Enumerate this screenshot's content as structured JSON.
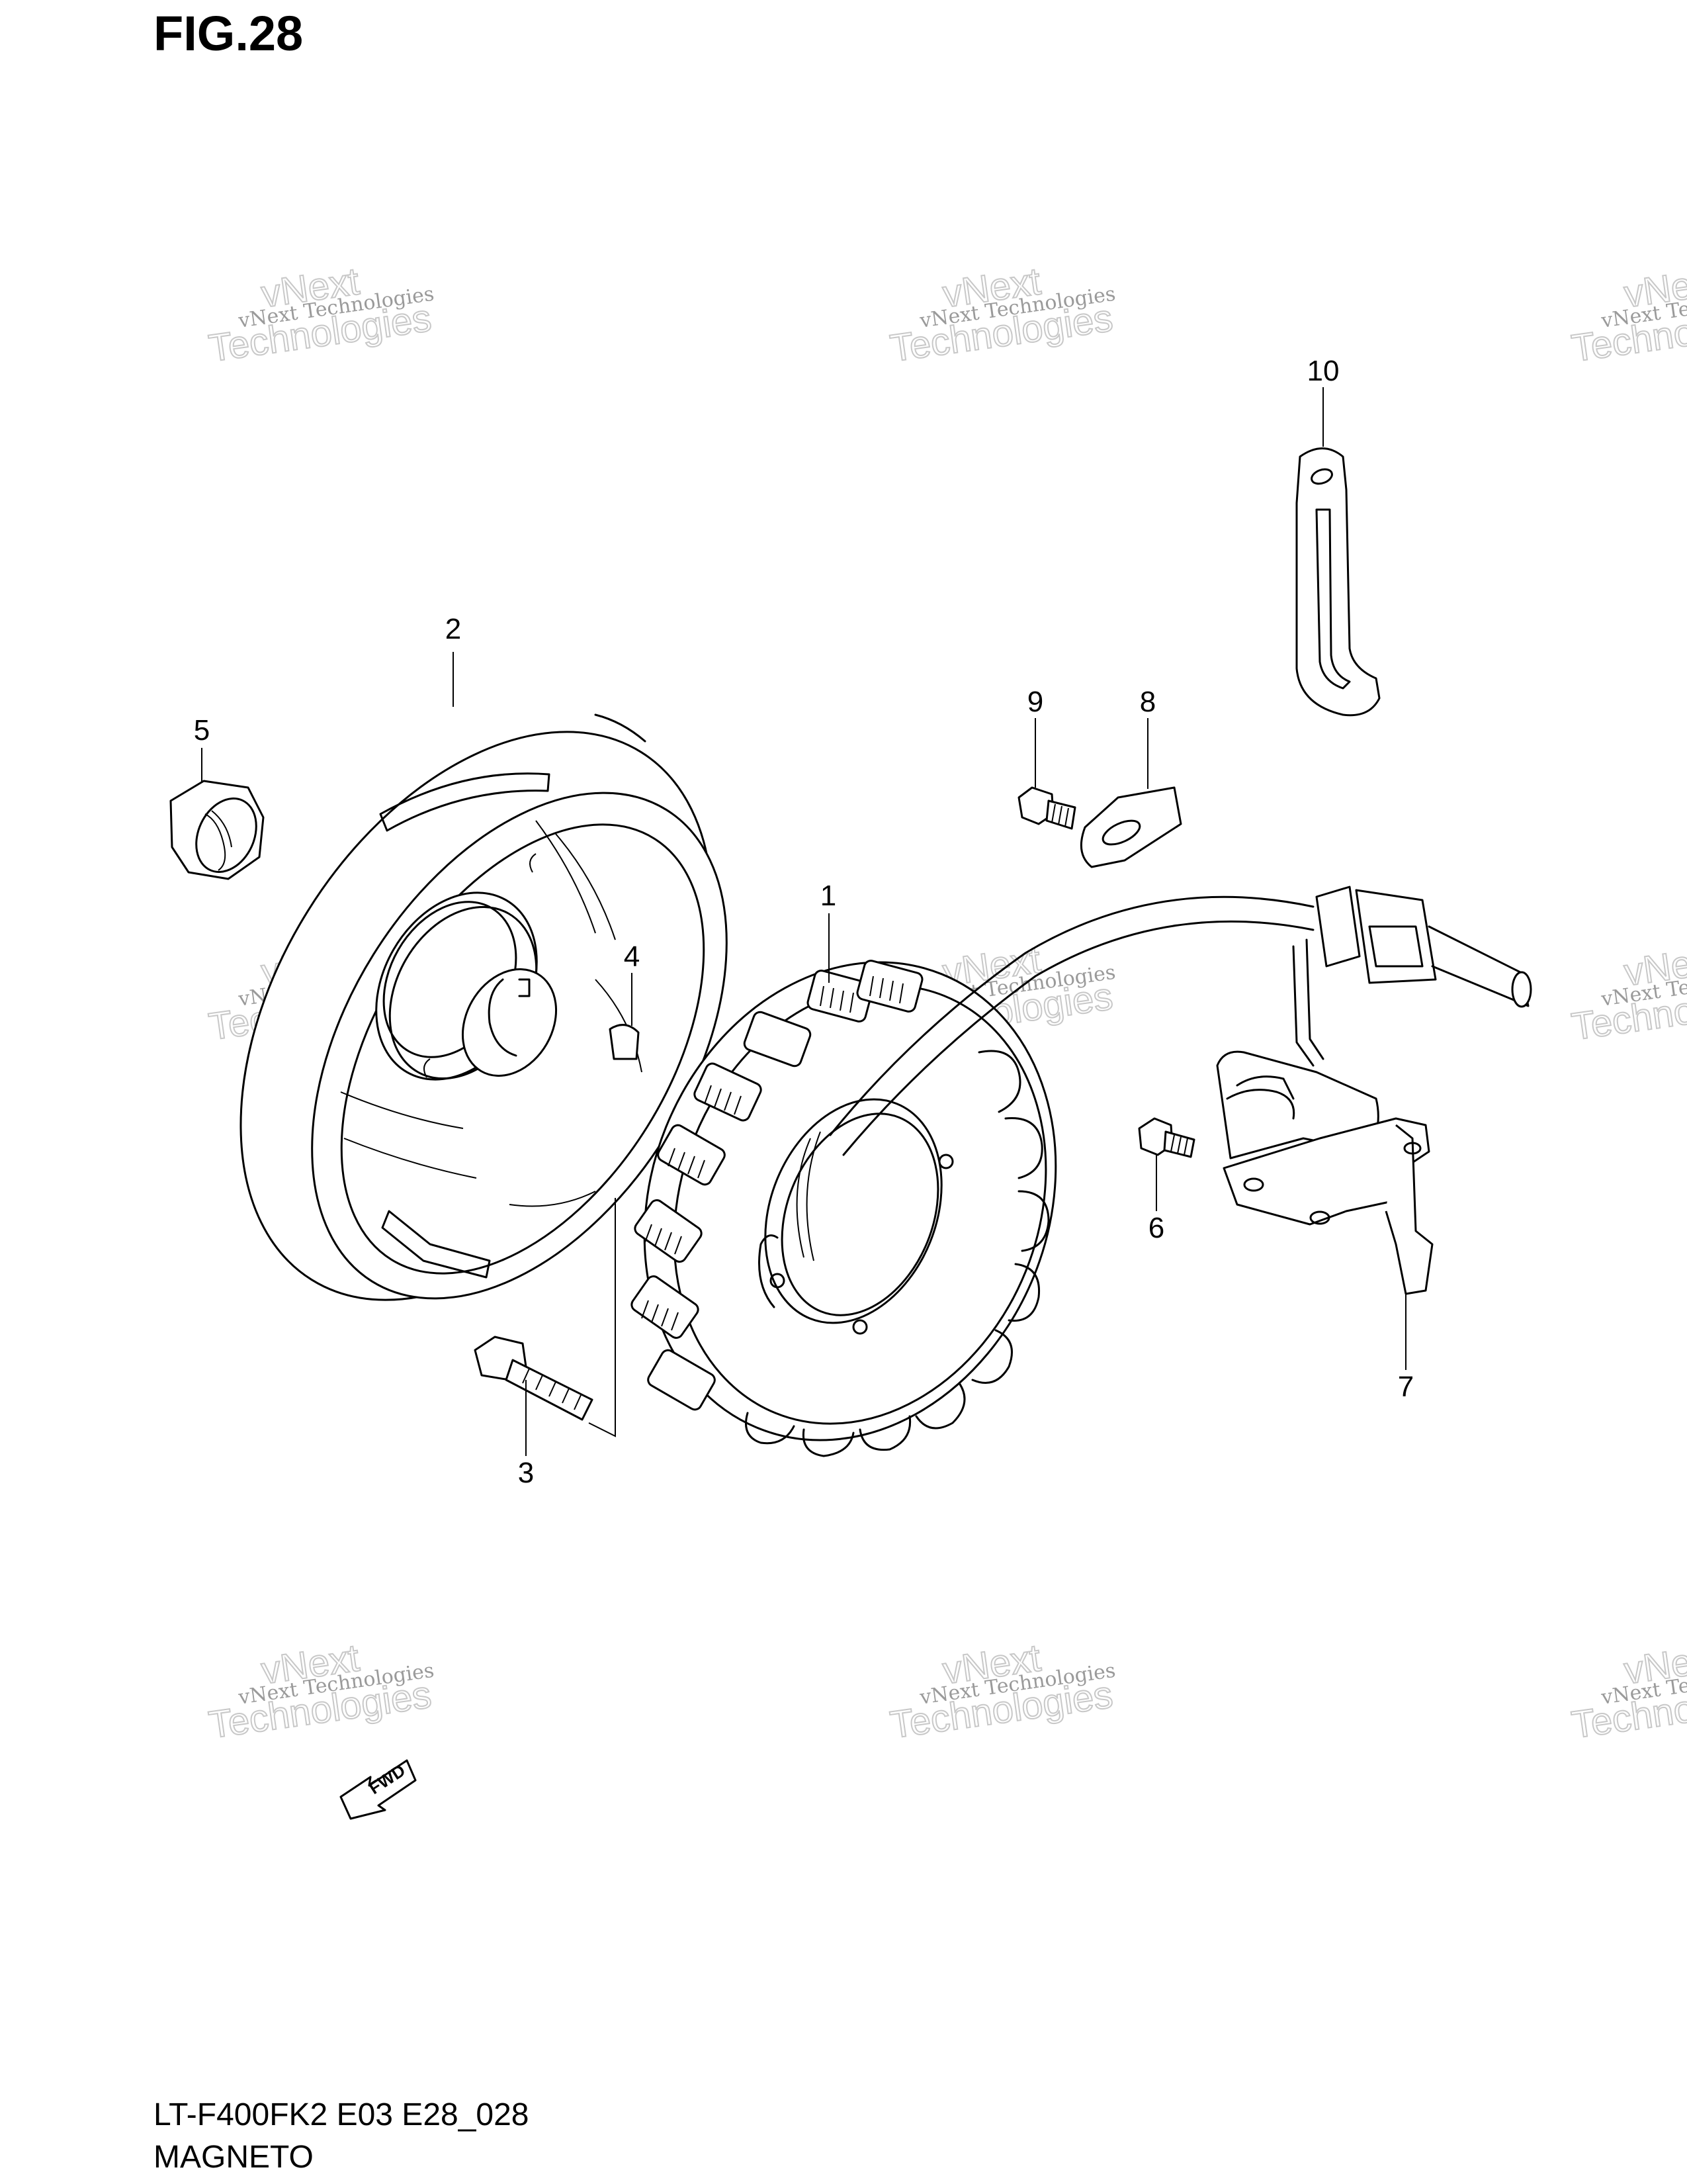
{
  "figure": {
    "title": "FIG.28",
    "model_code": "LT-F400FK2 E03 E28_028",
    "section_name": "MAGNETO"
  },
  "callouts": [
    "1",
    "2",
    "3",
    "4",
    "5",
    "6",
    "7",
    "8",
    "9",
    "10"
  ],
  "watermark": {
    "small_text": "vNext Technologies",
    "big_line_1": "vNext",
    "big_line_2": "Technologies"
  },
  "fwd_arrow_label": "FWD"
}
